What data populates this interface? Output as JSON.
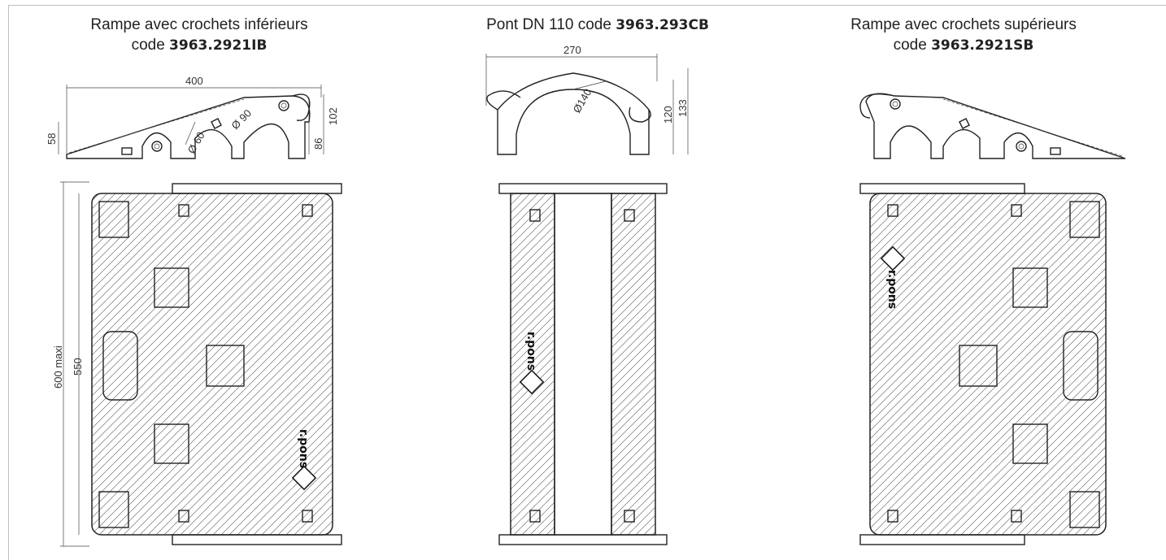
{
  "products": [
    {
      "title_line1": "Rampe avec crochets inférieurs",
      "title_prefix": "code ",
      "code": "3963.2921IB",
      "dims": {
        "length": "400",
        "h_low": "58",
        "h_hook": "86",
        "h_total": "102",
        "dia_small": "Ø 60",
        "dia_big": "Ø 90",
        "overall": "600 maxi",
        "inner": "550"
      }
    },
    {
      "title_line1": "Pont DN 110 code ",
      "code": "3963.293CB",
      "dims": {
        "length": "270",
        "dia": "Ø140",
        "h_inner": "120",
        "h_total": "133"
      }
    },
    {
      "title_line1": "Rampe avec crochets supérieurs",
      "title_prefix": "code ",
      "code": "3963.2921SB",
      "dims": {}
    }
  ],
  "logo_text": "r.pons",
  "icons": [
    "r-pons-logo-icon",
    "fixing-lug-icon",
    "bolt-icon"
  ]
}
